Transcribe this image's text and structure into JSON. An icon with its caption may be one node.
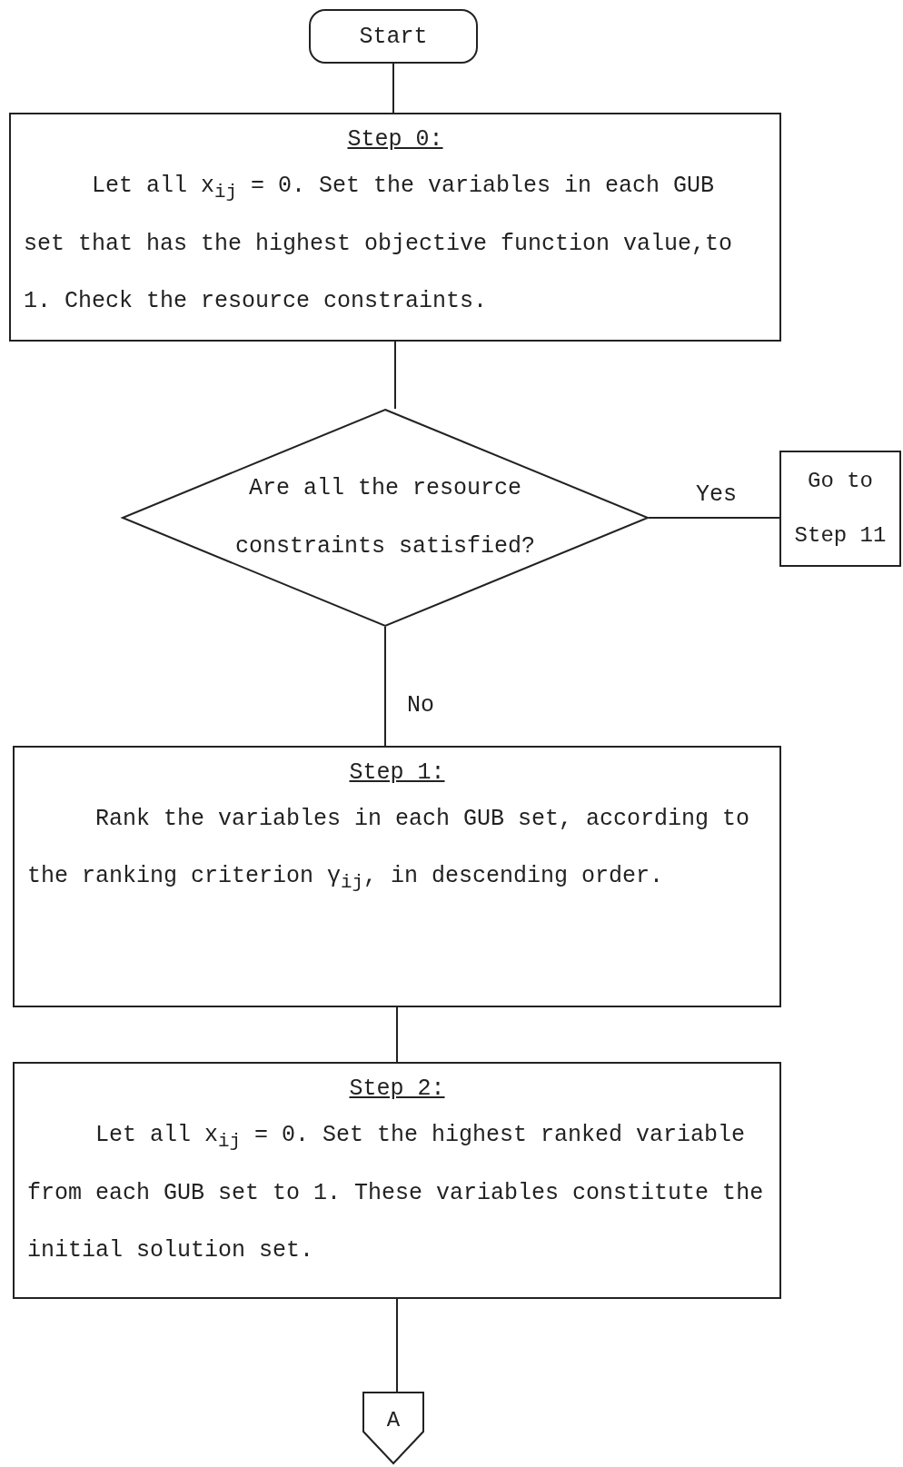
{
  "diagram": {
    "nodes": [
      {
        "text": [
          "Start"
        ]
      },
      {
        "text": [
          "Step 0:",
          "Let all x$_{ij}$ = 0.  Set the variables in each GUB set that has the highest objective function value,to 1.  Check the resource constraints."
        ]
      },
      {
        "text": [
          "Are all the resource constraints satisfied?"
        ]
      },
      {
        "text": [
          "Go to Step 11"
        ]
      },
      {
        "text": [
          "Step 1:",
          "Rank the variables in each GUB set, according to the ranking criterion γ$_{ij}$, in descending order."
        ]
      },
      {
        "text": [
          "Step 2:",
          "Let all x$_{ij}$ = 0.  Set the highest ranked variable from each GUB set to 1.  These variables constitute the initial solution set."
        ]
      },
      {
        "text": [
          "A"
        ]
      }
    ],
    "edges": [
      {
        "from": 0,
        "to": 1,
        "arrow": "none"
      },
      {
        "from": 1,
        "to": 2,
        "arrow": "none"
      },
      {
        "from": 2,
        "to": 3,
        "label": "Yes",
        "arrow": "none"
      },
      {
        "from": 2,
        "to": 4,
        "label": "No",
        "arrow": "none"
      },
      {
        "from": 4,
        "to": 5,
        "arrow": "none"
      },
      {
        "from": 5,
        "to": 6,
        "arrow": "none"
      }
    ]
  }
}
